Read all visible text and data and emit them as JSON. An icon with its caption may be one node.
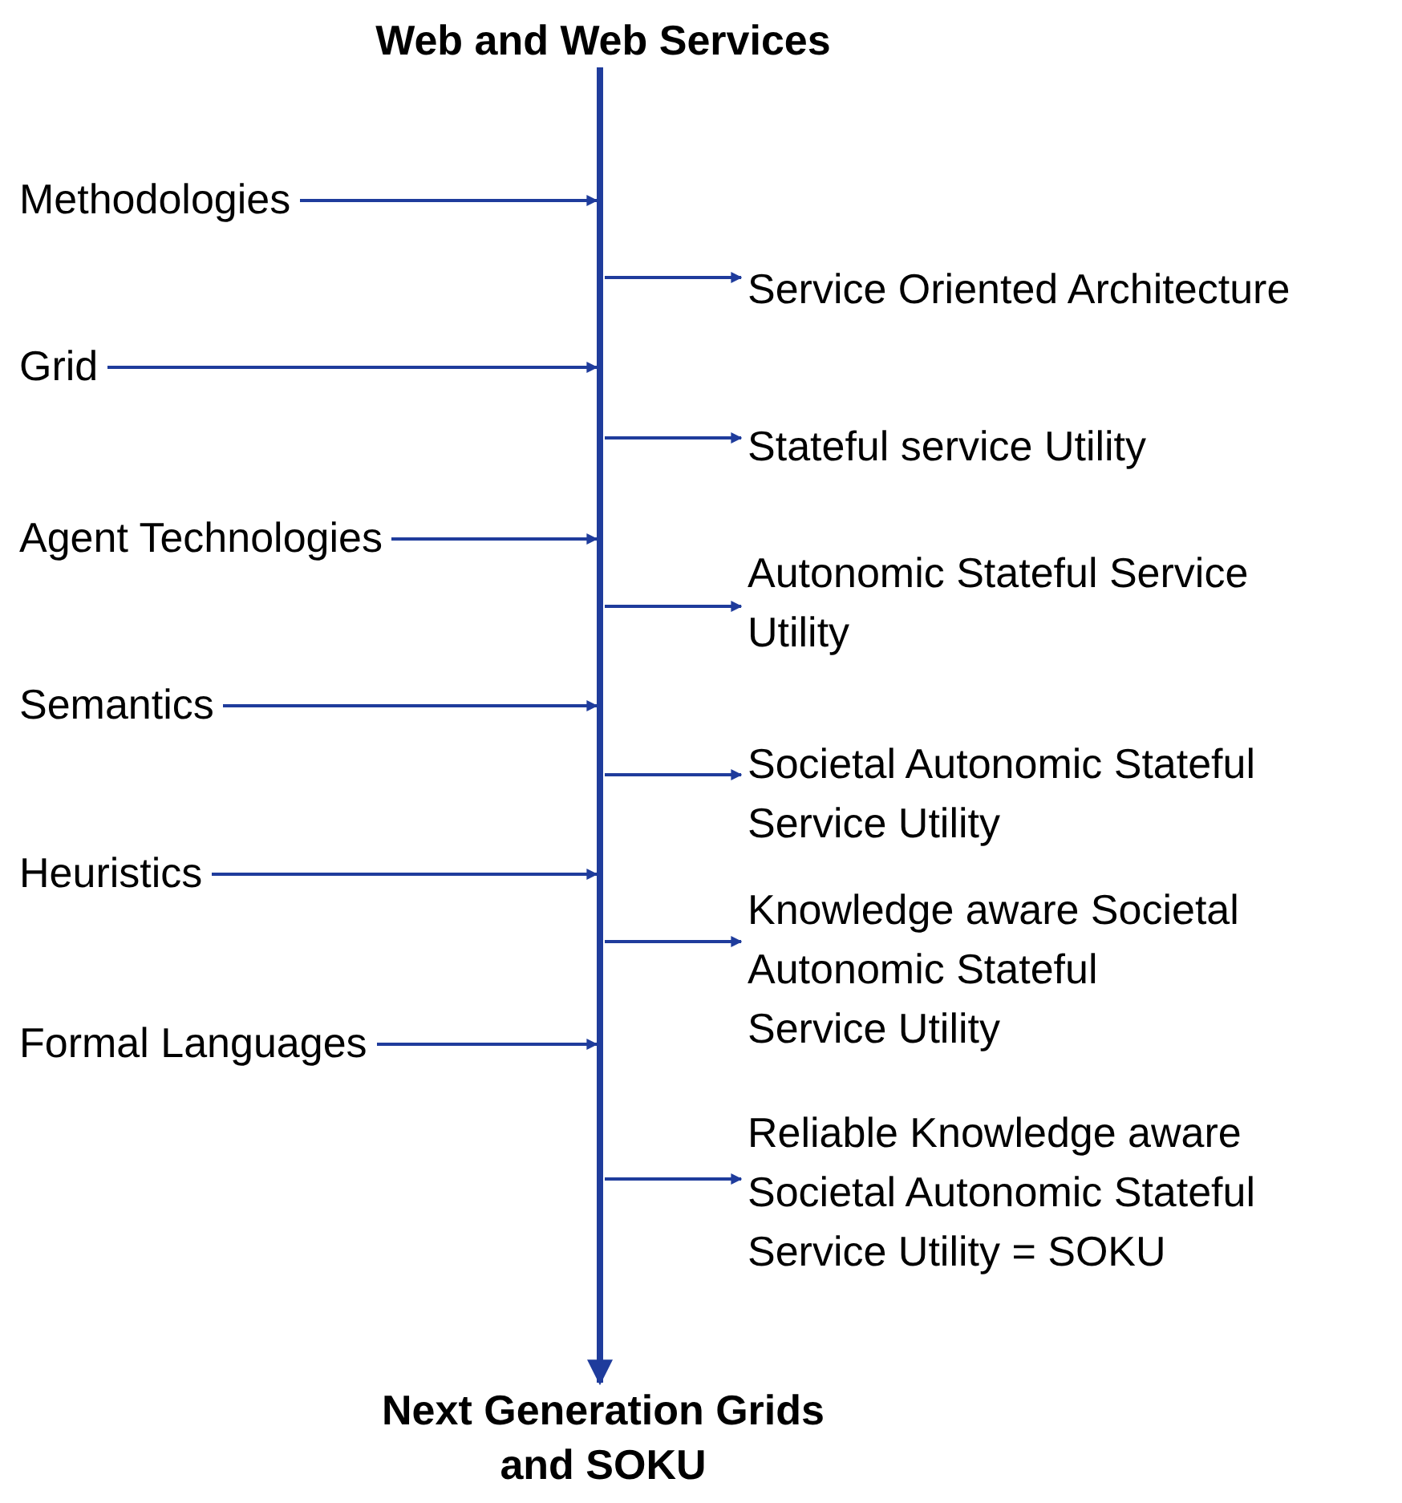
{
  "diagram": {
    "nodes": [
      {
        "text": [
          "Web and Web Services"
        ]
      },
      {
        "text": [
          "Methodologies"
        ]
      },
      {
        "text": [
          "Service Oriented Architecture"
        ]
      },
      {
        "text": [
          "Grid"
        ]
      },
      {
        "text": [
          "Stateful service Utility"
        ]
      },
      {
        "text": [
          "Agent Technologies"
        ]
      },
      {
        "text": [
          "Autonomic Stateful Service Utility"
        ]
      },
      {
        "text": [
          "Semantics"
        ]
      },
      {
        "text": [
          "Societal Autonomic Stateful Service Utility"
        ]
      },
      {
        "text": [
          "Heuristics"
        ]
      },
      {
        "text": [
          "Knowledge aware Societal Autonomic Stateful Service Utility"
        ]
      },
      {
        "text": [
          "Formal Languages"
        ]
      },
      {
        "text": [
          "Reliable Knowledge aware Societal Autonomic Stateful Service Utility = SOKU"
        ]
      },
      {
        "text": [
          "Next Generation Grids and SOKU"
        ]
      }
    ],
    "edges": [
      {
        "from": 0,
        "to": 13,
        "arrow": "to",
        "style": "thick"
      },
      {
        "from": 1,
        "to": null,
        "arrow": "to"
      },
      {
        "from": null,
        "to": 2,
        "arrow": "to"
      },
      {
        "from": 3,
        "to": null,
        "arrow": "to"
      },
      {
        "from": null,
        "to": 4,
        "arrow": "to"
      },
      {
        "from": 5,
        "to": null,
        "arrow": "to"
      },
      {
        "from": null,
        "to": 6,
        "arrow": "to"
      },
      {
        "from": 7,
        "to": null,
        "arrow": "to"
      },
      {
        "from": null,
        "to": 8,
        "arrow": "to"
      },
      {
        "from": 9,
        "to": null,
        "arrow": "to"
      },
      {
        "from": null,
        "to": 10,
        "arrow": "to"
      },
      {
        "from": 11,
        "to": null,
        "arrow": "to"
      },
      {
        "from": null,
        "to": 12,
        "arrow": "to"
      }
    ]
  }
}
